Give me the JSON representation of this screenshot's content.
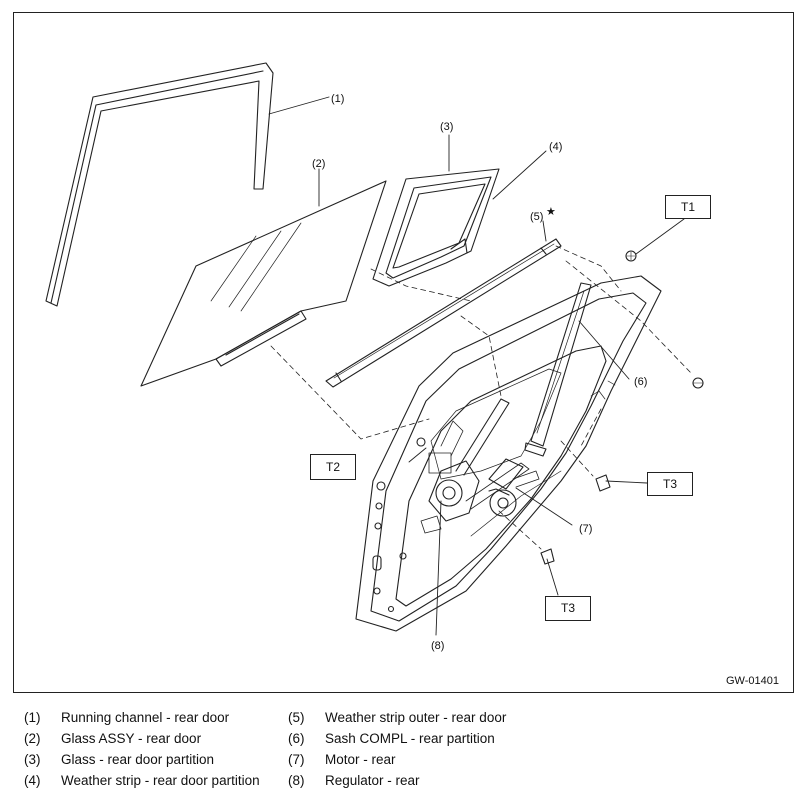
{
  "callouts": {
    "c1": "(1)",
    "c2": "(2)",
    "c3": "(3)",
    "c4": "(4)",
    "c5": "(5)",
    "c5_star": "★",
    "c6": "(6)",
    "c7": "(7)",
    "c8": "(8)"
  },
  "torque_labels": {
    "t1": "T1",
    "t2": "T2",
    "t3a": "T3",
    "t3b": "T3"
  },
  "figure_id": "GW-01401",
  "legend": [
    {
      "num": "(1)",
      "text": "Running channel - rear door"
    },
    {
      "num": "(2)",
      "text": "Glass ASSY - rear door"
    },
    {
      "num": "(3)",
      "text": "Glass - rear door partition"
    },
    {
      "num": "(4)",
      "text": "Weather strip - rear door partition"
    },
    {
      "num": "(5)",
      "text": "Weather strip outer - rear door"
    },
    {
      "num": "(6)",
      "text": "Sash COMPL - rear partition"
    },
    {
      "num": "(7)",
      "text": "Motor - rear"
    },
    {
      "num": "(8)",
      "text": "Regulator - rear"
    }
  ]
}
